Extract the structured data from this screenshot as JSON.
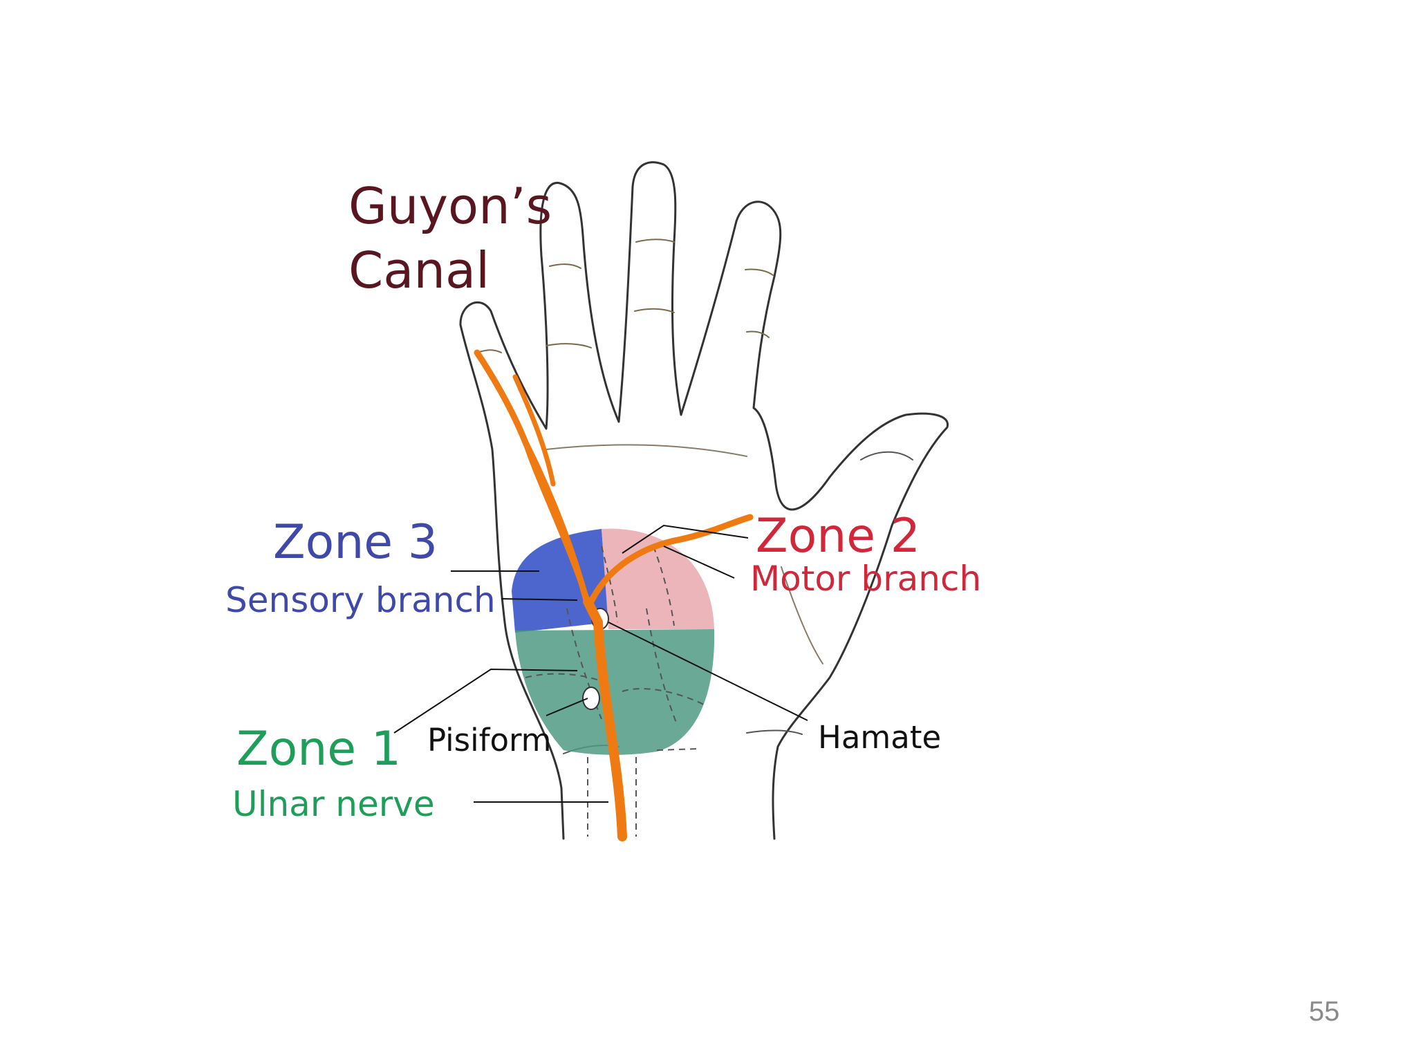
{
  "diagram": {
    "title_line1": "Guyon’s",
    "title_line2": "Canal",
    "zones": [
      {
        "title": "Zone 3",
        "subtitle": "Sensory branch",
        "color": "#3f4aa8",
        "fill": "#3a55c8"
      },
      {
        "title": "Zone 2",
        "subtitle": "Motor branch",
        "color": "#d0283a",
        "fill": "#e9a8ad"
      },
      {
        "title": "Zone 1",
        "subtitle": "Ulnar nerve",
        "color": "#1f9e5a",
        "fill": "#4f9a84"
      }
    ],
    "bones": {
      "pisiform": "Pisiform",
      "hamate": "Hamate"
    },
    "nerve_color": "#f07a12"
  },
  "slide": {
    "page_number": "55"
  }
}
